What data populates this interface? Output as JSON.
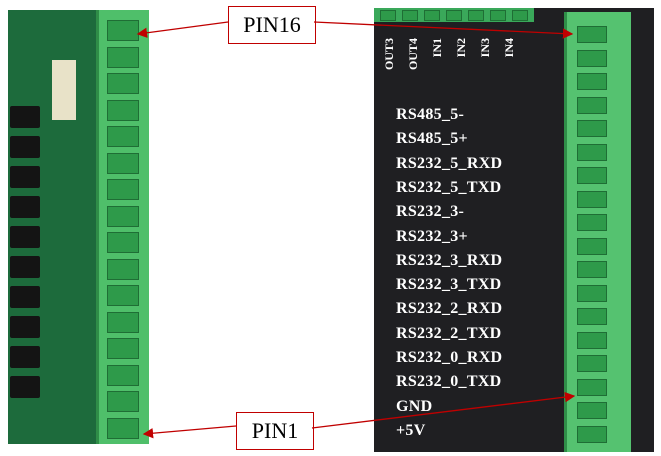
{
  "callouts": {
    "pin16": "PIN16",
    "pin1": "PIN1"
  },
  "io_labels": [
    "OUT3",
    "OUT4",
    "IN1",
    "IN2",
    "IN3",
    "IN4"
  ],
  "signals": [
    "RS485_5-",
    "RS485_5+",
    "RS232_5_RXD",
    "RS232_5_TXD",
    "RS232_3-",
    "RS232_3+",
    "RS232_3_RXD",
    "RS232_3_TXD",
    "RS232_2_RXD",
    "RS232_2_TXD",
    "RS232_0_RXD",
    "RS232_0_TXD",
    "GND",
    "+5V"
  ],
  "colors": {
    "arrow": "#c00000",
    "terminal_green": "#55c270",
    "pcb_green": "#1d6b3c",
    "enclosure": "#1f1f22"
  }
}
